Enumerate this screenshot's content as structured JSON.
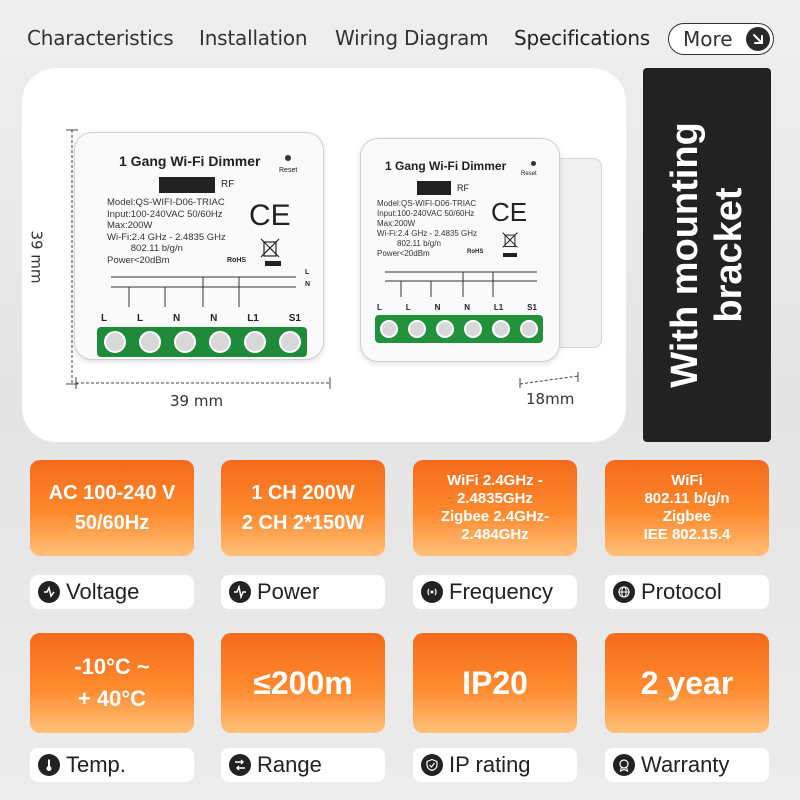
{
  "nav": {
    "items": [
      "Characteristics",
      "Installation",
      "Wiring Diagram",
      "Specifications"
    ],
    "more_label": "More"
  },
  "product": {
    "front": {
      "title": "1 Gang Wi-Fi Dimmer",
      "reset": "Reset",
      "rf": "RF",
      "ce": "CE",
      "rohs": "RoHS",
      "spec_lines": "Model:QS-WIFI-D06-TRIAC\nInput:100-240VAC 50/60Hz\nMax:200W\nWi-Fi:2.4 GHz - 2.4835 GHz\n         802.11 b/g/n\nPower<20dBm",
      "terminals": [
        "L",
        "L",
        "N",
        "N",
        "L1",
        "S1"
      ],
      "line_labels": [
        "L",
        "N"
      ]
    },
    "dim_height": "39 mm",
    "dim_width": "39 mm",
    "dim_depth": "18mm",
    "bracket_label": "With mounting\nbracket"
  },
  "specs": [
    {
      "value": "AC 100-240 V\n50/60Hz",
      "label": "Voltage",
      "icon": "voltage-icon"
    },
    {
      "value": "1 CH 200W\n2 CH 2*150W",
      "label": "Power",
      "icon": "power-icon"
    },
    {
      "value": "WiFi 2.4GHz -\n2.4835GHz\nZigbee 2.4GHz-\n2.484GHz",
      "label": "Frequency",
      "icon": "frequency-icon"
    },
    {
      "value": "WiFi\n802.11 b/g/n\nZigbee\nIEE 802.15.4",
      "label": "Protocol",
      "icon": "globe-icon"
    },
    {
      "value": "-10°C ~\n+ 40°C",
      "label": "Temp.",
      "icon": "thermometer-icon"
    },
    {
      "value": "≤200m",
      "label": "Range",
      "icon": "range-icon"
    },
    {
      "value": "IP20",
      "label": "IP rating",
      "icon": "shield-icon"
    },
    {
      "value": "2 year",
      "label": "Warranty",
      "icon": "warranty-icon"
    }
  ]
}
